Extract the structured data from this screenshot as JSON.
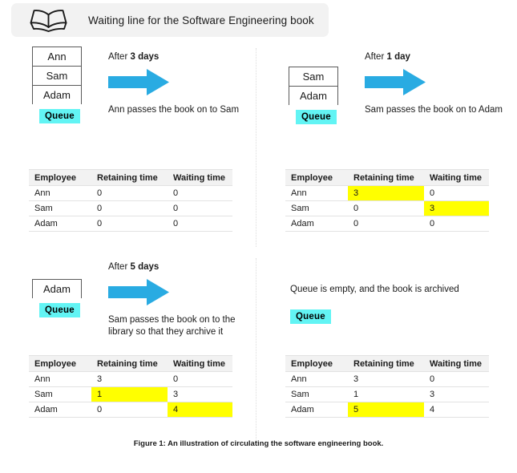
{
  "banner": {
    "icon": "open-book-icon",
    "title": "Waiting line for the Software Engineering book"
  },
  "colors": {
    "banner_bg": "#f2f2f2",
    "arrow": "#29abe2",
    "queue_label_bg": "#62f4f4",
    "highlight": "#ffff00",
    "table_header_bg": "#f2f2f2",
    "table_border": "#e2e2e2",
    "queue_box_border": "#5a5a5a"
  },
  "table_headers": [
    "Employee",
    "Retaining time",
    "Waiting time"
  ],
  "panels": [
    {
      "id": "panel-step-1",
      "queue": [
        "Ann",
        "Sam",
        "Adam"
      ],
      "queue_label": "Queue",
      "after_prefix": "After ",
      "after_value": "3 days",
      "arrow": "right-arrow-icon",
      "caption": "Ann passes the book on to Sam",
      "rows": [
        {
          "employee": "Ann",
          "retaining": "0",
          "waiting": "0",
          "retaining_hl": false,
          "waiting_hl": false
        },
        {
          "employee": "Sam",
          "retaining": "0",
          "waiting": "0",
          "retaining_hl": false,
          "waiting_hl": false
        },
        {
          "employee": "Adam",
          "retaining": "0",
          "waiting": "0",
          "retaining_hl": false,
          "waiting_hl": false
        }
      ]
    },
    {
      "id": "panel-step-2",
      "queue": [
        "Sam",
        "Adam"
      ],
      "queue_label": "Queue",
      "after_prefix": "After ",
      "after_value": "1 day",
      "arrow": "right-arrow-icon",
      "caption": "Sam passes the book on to Adam",
      "rows": [
        {
          "employee": "Ann",
          "retaining": "3",
          "waiting": "0",
          "retaining_hl": true,
          "waiting_hl": false
        },
        {
          "employee": "Sam",
          "retaining": "0",
          "waiting": "3",
          "retaining_hl": false,
          "waiting_hl": true
        },
        {
          "employee": "Adam",
          "retaining": "0",
          "waiting": "0",
          "retaining_hl": false,
          "waiting_hl": false
        }
      ]
    },
    {
      "id": "panel-step-3",
      "queue": [
        "Adam"
      ],
      "queue_label": "Queue",
      "after_prefix": "After ",
      "after_value": "5 days",
      "arrow": "right-arrow-icon",
      "caption": "Sam passes the book on to the library so that they archive it",
      "rows": [
        {
          "employee": "Ann",
          "retaining": "3",
          "waiting": "0",
          "retaining_hl": false,
          "waiting_hl": false,
          "retaining_bold": true
        },
        {
          "employee": "Sam",
          "retaining": "1",
          "waiting": "3",
          "retaining_hl": true,
          "waiting_hl": false,
          "waiting_bold": true
        },
        {
          "employee": "Adam",
          "retaining": "0",
          "waiting": "4",
          "retaining_hl": false,
          "waiting_hl": true
        }
      ]
    },
    {
      "id": "panel-step-4",
      "queue": [],
      "queue_label": "Queue",
      "empty_note": "Queue is empty, and the book is archived",
      "rows": [
        {
          "employee": "Ann",
          "retaining": "3",
          "waiting": "0",
          "retaining_hl": false,
          "waiting_hl": false
        },
        {
          "employee": "Sam",
          "retaining": "1",
          "waiting": "3",
          "retaining_hl": false,
          "waiting_hl": false
        },
        {
          "employee": "Adam",
          "retaining": "5",
          "waiting": "4",
          "retaining_hl": true,
          "waiting_hl": false
        }
      ]
    }
  ],
  "figure_caption": "Figure 1: An illustration of circulating the software engineering book."
}
